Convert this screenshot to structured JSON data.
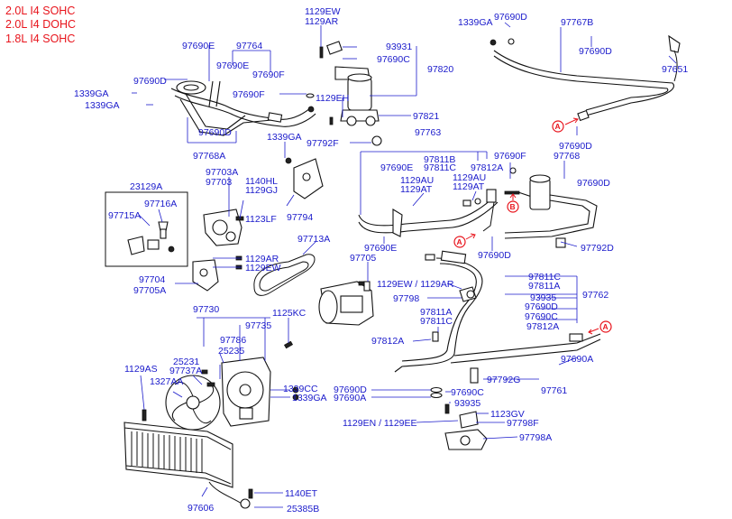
{
  "engines": [
    "2.0L  I4  SOHC",
    "2.0L  I4  DOHC",
    "1.8L  I4  SOHC"
  ],
  "parts": {
    "p1129ew_ar_top": "1129EW\n1129AR",
    "p97690e_a": "97690E",
    "p97764": "97764",
    "p97690e_b": "97690E",
    "p97690f_a": "97690F",
    "p97690d_a": "97690D",
    "p1339ga_a": "1339GA",
    "p1339ga_b": "1339GA",
    "p93931": "93931",
    "p97690c_a": "97690C",
    "p97820": "97820",
    "p97690f_b": "97690F",
    "p1129eh": "1129EH",
    "p97821": "97821",
    "p97690d_b": "97690D",
    "p1339ga_c": "1339GA",
    "p97792f": "97792F",
    "p97768a": "97768A",
    "p1339ga_d": "1339GA",
    "p97690d_c": "97690D",
    "p97767b": "97767B",
    "p97690d_d": "97690D",
    "p97651": "97651",
    "p97690d_e": "97690D",
    "p97763": "97763",
    "p97811b": "97811B",
    "p97690e_c": "97690E",
    "p97811c_a": "97811C",
    "p97812a_a": "97812A",
    "p97690f_c": "97690F",
    "p97768": "97768",
    "p97690d_f": "97690D",
    "p23129a": "23129A",
    "p97716a": "97716A",
    "p97715a": "97715A",
    "p97703a": "97703A",
    "p97703": "97703",
    "p1140hl": "1140HL",
    "p1129gj": "1129GJ",
    "p1123lf": "1123LF",
    "p97794": "97794",
    "p1129au": "1129AU",
    "p1129at_a": "1129AT",
    "p1129au_b": "1129AU",
    "p1129at_b": "1129AT",
    "p97713a": "97713A",
    "p97690e_d": "97690E",
    "p97690d_g": "97690D",
    "p97792d": "97792D",
    "p1129ar": "1129AR",
    "p1129ew": "1129EW",
    "p97705": "97705",
    "p97704": "97704",
    "p97705a": "97705A",
    "p1129ew_ar": "1129EW / 1129AR",
    "p97798": "97798",
    "p97811a": "97811A",
    "p97811c_b": "97811C",
    "p97812a_b": "97812A",
    "p97811c_c": "97811C",
    "p97811a_b": "97811A",
    "p93935_a": "93935",
    "p97690d_h": "97690D",
    "p97690c_b": "97690C",
    "p97812a_c": "97812A",
    "p97762": "97762",
    "p97730": "97730",
    "p97735": "97735",
    "p1125kc": "1125KC",
    "p97786": "97786",
    "p25235": "25235",
    "p25231": "25231",
    "p97737a": "97737A",
    "p1327aa": "1327AA",
    "p1129as": "1129AS",
    "p1339cc": "1339CC",
    "p1339ga_e": "1339GA",
    "p97690d_i": "97690D",
    "p97690a_a": "97690A",
    "p97690c_c": "97690C",
    "p93935_b": "93935",
    "p97792g": "97792G",
    "p97690a_b": "97690A",
    "p97761": "97761",
    "p1123gv": "1123GV",
    "p1129en_ee": "1129EN / 1129EE",
    "p97798f": "97798F",
    "p97798a": "97798A",
    "p97606": "97606",
    "p1140et": "1140ET",
    "p25385b": "25385B"
  },
  "markers": [
    "A",
    "B",
    "A",
    "A"
  ]
}
